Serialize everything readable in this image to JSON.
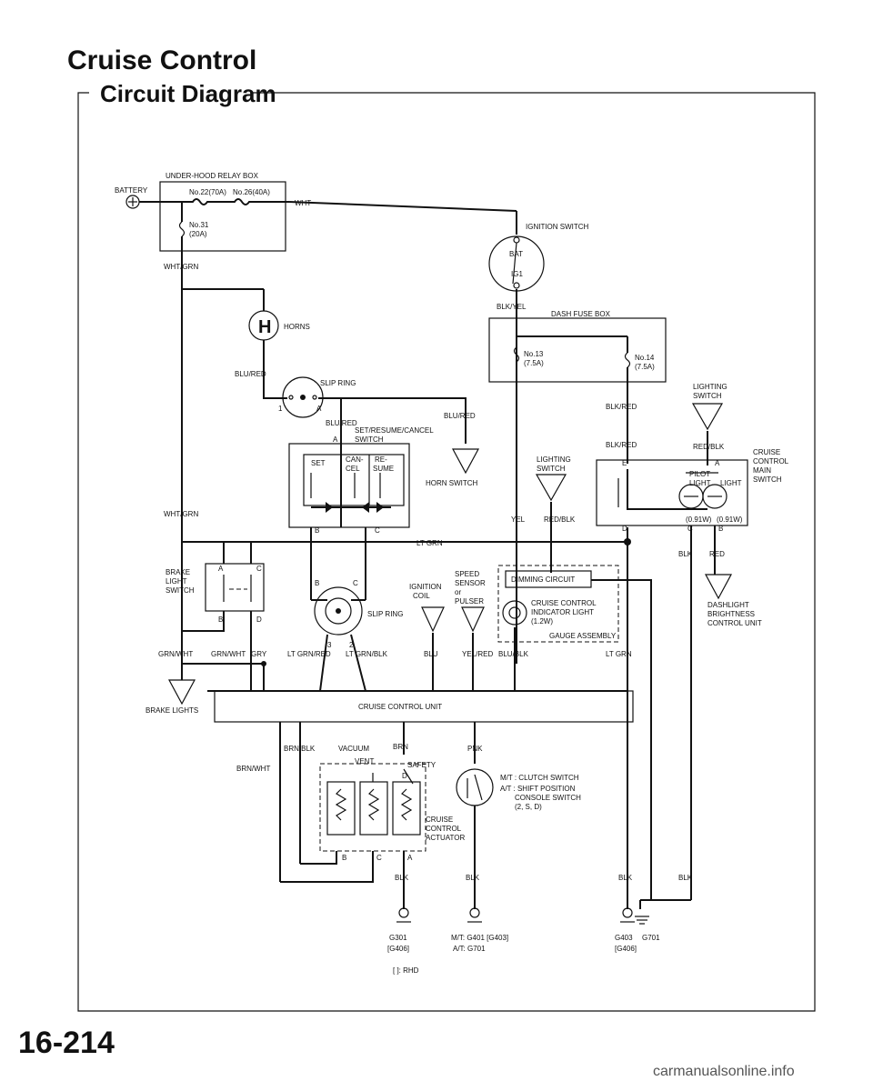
{
  "header": {
    "title": "Cruise Control",
    "section": "Circuit Diagram"
  },
  "footer": {
    "page_number": "16-214",
    "watermark": "carmanualsonline.info"
  },
  "labels": {
    "underhood": "UNDER-HOOD RELAY BOX",
    "battery": "BATTERY",
    "fuse22": "No.22(70A)",
    "fuse26": "No.26(40A)",
    "fuse31": "No.31",
    "fuse31_amp": "(20A)",
    "wht": "WHT",
    "wht_grn_1": "WHT/GRN",
    "ign_switch": "IGNITION SWITCH",
    "bat": "BAT",
    "ig1": "IG1",
    "blk_yel": "BLK/YEL",
    "dash_fuse": "DASH FUSE BOX",
    "fuse13": "No.13",
    "fuse13_amp": "(7.5A)",
    "fuse14": "No.14",
    "fuse14_amp": "(7.5A)",
    "horns_h": "H",
    "horns": "HORNS",
    "blu_red_1": "BLU/RED",
    "slip_ring_1": "SLIP RING",
    "sr_1": "1",
    "sr_a": "A",
    "blu_red_2": "BLU/RED",
    "blu_red_3": "BLU/RED",
    "set_switch_1": "SET/RESUME/CANCEL",
    "set_switch_2": "SWITCH",
    "set_a": "A",
    "set": "SET",
    "can_1": "CAN-",
    "can_2": "CEL",
    "re_1": "RE-",
    "re_2": "SUME",
    "set_b": "B",
    "set_c": "C",
    "horn_switch": "HORN SWITCH",
    "blk_red_1": "BLK/RED",
    "blk_red_2": "BLK/RED",
    "lt_sw1_1": "LIGHTING",
    "lt_sw1_2": "SWITCH",
    "red_blk_1": "RED/BLK",
    "lt_sw2_1": "LIGHTING",
    "lt_sw2_2": "SWITCH",
    "red_blk_2": "RED/BLK",
    "main_e": "E",
    "main_a": "A",
    "main_d": "D",
    "main_c": "C",
    "main_b": "B",
    "cruise_main_1": "CRUISE",
    "cruise_main_2": "CONTROL",
    "cruise_main_3": "MAIN",
    "cruise_main_4": "SWITCH",
    "pilot_1": "PILOT",
    "pilot_2": "LIGHT",
    "light": "LIGHT",
    "w091_1": "(0.91W)",
    "w091_2": "(0.91W)",
    "wht_grn_2": "WHT/GRN",
    "yel": "YEL",
    "lt_grn_1": "LT GRN",
    "blk_1": "BLK",
    "red": "RED",
    "brake_sw_1": "BRAKE",
    "brake_sw_2": "LIGHT",
    "brake_sw_3": "SWITCH",
    "brk_a": "A",
    "brk_c": "C",
    "brk_b": "B",
    "brk_d": "D",
    "slip_ring_2": "SLIP RING",
    "sr2_b": "B",
    "sr2_c": "C",
    "sr2_3": "3",
    "sr2_2": "2",
    "ign_coil_1": "IGNITION",
    "ign_coil_2": "COIL",
    "speed_1": "SPEED",
    "speed_2": "SENSOR",
    "speed_3": "or",
    "speed_4": "PULSER",
    "dimming": "DIMMING CIRCUIT",
    "cci_1": "CRUISE CONTROL",
    "cci_2": "INDICATOR LIGHT",
    "cci_3": "(1.2W)",
    "gauge": "GAUGE ASSEMBLY",
    "dash_bright_1": "DASHLIGHT",
    "dash_bright_2": "BRIGHTNESS",
    "dash_bright_3": "CONTROL UNIT",
    "grn_wht_1": "GRN/WHT",
    "grn_wht_2": "GRN/WHT",
    "gry": "GRY",
    "lt_grn_red": "LT GRN/RED",
    "lt_grn_blk": "LT GRN/BLK",
    "blu": "BLU",
    "yel_red": "YEL/RED",
    "blu_blk": "BLU/BLK",
    "lt_grn_2": "LT GRN",
    "brake_lights": "BRAKE LIGHTS",
    "ccu": "CRUISE CONTROL UNIT",
    "brn_blk": "BRN/BLK",
    "brn_wht": "BRN/WHT",
    "vacuum": "VACUUM",
    "vent": "VENT",
    "brn": "BRN",
    "safety": "SAFETY",
    "act_d": "D",
    "act_b": "B",
    "act_c": "C",
    "act_a": "A",
    "actuator_1": "CRUISE",
    "actuator_2": "CONTROL",
    "actuator_3": "ACTUATOR",
    "pnk": "PNK",
    "mt_sw": "M/T : CLUTCH SWITCH",
    "at_sw_1": "A/T : SHIFT POSITION",
    "at_sw_2": "CONSOLE SWITCH",
    "at_sw_3": "(2, S, D)",
    "blk_g1": "BLK",
    "blk_g2": "BLK",
    "blk_g3": "BLK",
    "blk_g4": "BLK",
    "g301_1": "G301",
    "g301_2": "[G406]",
    "g401_1": "M/T: G401 [G403]",
    "g401_2": "A/T: G701",
    "g403_1": "G403",
    "g403_2": "[G406]",
    "g701": "G701",
    "rhd": "[   ]: RHD"
  }
}
